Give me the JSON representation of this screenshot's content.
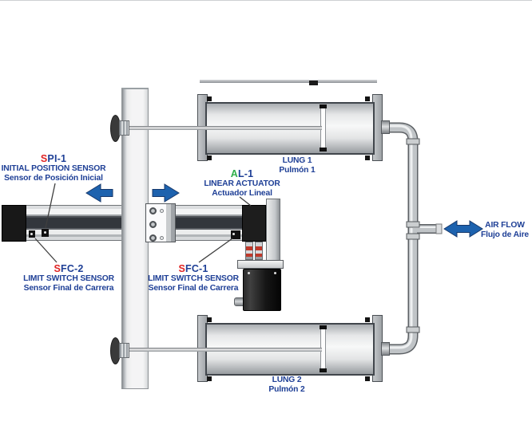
{
  "colors": {
    "label_blue": "#1e3f96",
    "code_red": "#e02424",
    "code_green": "#2fae4a",
    "arrow_blue": "#1d62ae"
  },
  "labels": {
    "spi1": {
      "code_prefix": "S",
      "code_rest": "PI-1",
      "line1": "INITIAL POSITION SENSOR",
      "line2": "Sensor de Posición Inicial"
    },
    "al1": {
      "code_prefix": "A",
      "code_rest": "L-1",
      "line1": "LINEAR ACTUATOR",
      "line2": "Actuador Lineal"
    },
    "sfc2": {
      "code_prefix": "S",
      "code_rest": "FC-2",
      "line1": "LIMIT SWITCH SENSOR",
      "line2": "Sensor Final de Carrera"
    },
    "sfc1": {
      "code_prefix": "S",
      "code_rest": "FC-1",
      "line1": "LIMIT SWITCH SENSOR",
      "line2": "Sensor Final de Carrera"
    },
    "lung1": {
      "line1": "LUNG 1",
      "line2": "Pulmón 1"
    },
    "lung2": {
      "line1": "LUNG 2",
      "line2": "Pulmón 2"
    },
    "airflow": {
      "line1": "AIR FLOW",
      "line2": "Flujo de Aire"
    }
  }
}
